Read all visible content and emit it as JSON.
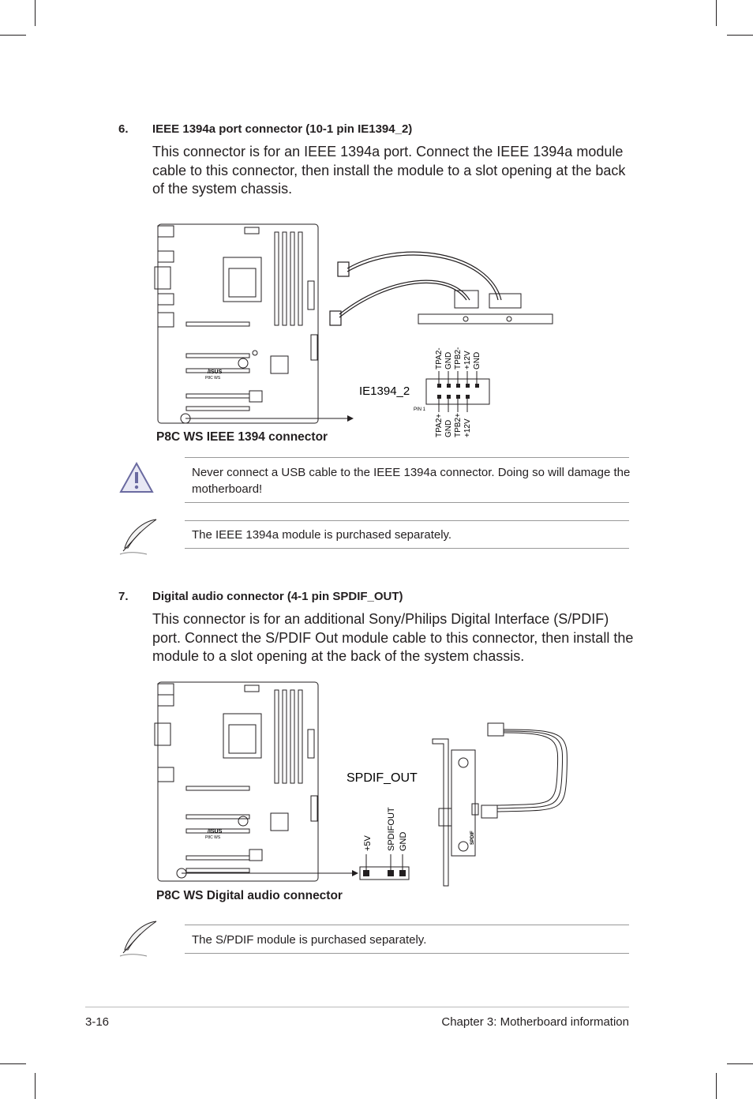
{
  "section6": {
    "number": "6.",
    "title": "IEEE 1394a port connector (10-1 pin IE1394_2)",
    "body": "This connector is for an IEEE 1394a port. Connect the IEEE 1394a module cable to this connector, then install the module to a slot opening at the back of the system chassis.",
    "figure": {
      "header_label": "IE1394_2",
      "pin_label": "PIN 1",
      "top_pins": [
        "TPA2-",
        "GND",
        "TPB2-",
        "+12V",
        "GND"
      ],
      "bottom_pins": [
        "TPA2+",
        "GND",
        "TPB2+",
        "+12V"
      ],
      "board_brand": "/ISUS",
      "board_model": "P8C WS",
      "caption": "P8C WS IEEE 1394 connector"
    },
    "warning": "Never connect a USB cable to the IEEE 1394a connector. Doing so will damage the motherboard!",
    "note": "The IEEE 1394a module is purchased separately."
  },
  "section7": {
    "number": "7.",
    "title": "Digital audio connector (4-1 pin SPDIF_OUT)",
    "body": "This connector is for an additional Sony/Philips Digital Interface (S/PDIF) port. Connect the S/PDIF Out module cable to this connector, then install the module to a slot opening at the back of the system chassis.",
    "figure": {
      "header_label": "SPDIF_OUT",
      "pins": [
        "+5V",
        "SPDIFOUT",
        "GND"
      ],
      "bracket_label": "SPDIF",
      "board_brand": "/ISUS",
      "board_model": "P8C WS",
      "caption": "P8C WS Digital audio connector"
    },
    "note": "The S/PDIF module is purchased separately."
  },
  "footer": {
    "page_number": "3-16",
    "chapter": "Chapter 3:  Motherboard information"
  }
}
